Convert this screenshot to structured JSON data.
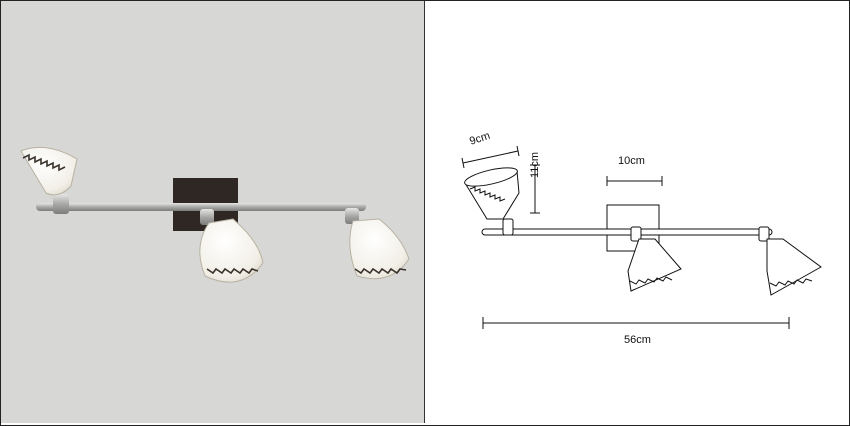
{
  "drawing": {
    "shade_width": "9cm",
    "shade_height": "11cm",
    "base_width": "10cm",
    "total_length": "56cm"
  },
  "colors": {
    "photo_background": "#d7d7d6",
    "wall_plate": "#2f2724",
    "bar_metal": "#a9a9a7",
    "glass": "#f6f4ef",
    "line": "#111111"
  }
}
